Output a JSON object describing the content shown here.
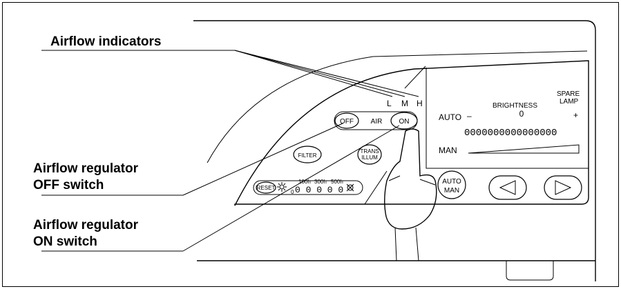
{
  "callouts": {
    "airflow_indicators": "Airflow indicators",
    "off_switch_line1": "Airflow regulator",
    "off_switch_line2": "OFF switch",
    "on_switch_line1": "Airflow regulator",
    "on_switch_line2": "ON switch"
  },
  "indicators": {
    "low": "L",
    "medium": "M",
    "high": "H"
  },
  "air_controls": {
    "off": "OFF",
    "air": "AIR",
    "on": "ON"
  },
  "buttons": {
    "filter": "FILTER",
    "trans_line1": "TRANS",
    "trans_line2": "ILLUM",
    "reset": "RESET",
    "auto_man_line1": "AUTO",
    "auto_man_line2": "MAN"
  },
  "lamp_hours": {
    "h100": "100h",
    "h300": "300h",
    "h500": "500h",
    "zero": "0",
    "digits": "0 0 0 0 0"
  },
  "brightness": {
    "auto": "AUTO",
    "minus": "–",
    "title": "BRIGHTNESS",
    "value": "0",
    "plus": "+",
    "spare_line1": "SPARE",
    "spare_line2": "LAMP",
    "scale": "0000000000000000",
    "man": "MAN"
  }
}
